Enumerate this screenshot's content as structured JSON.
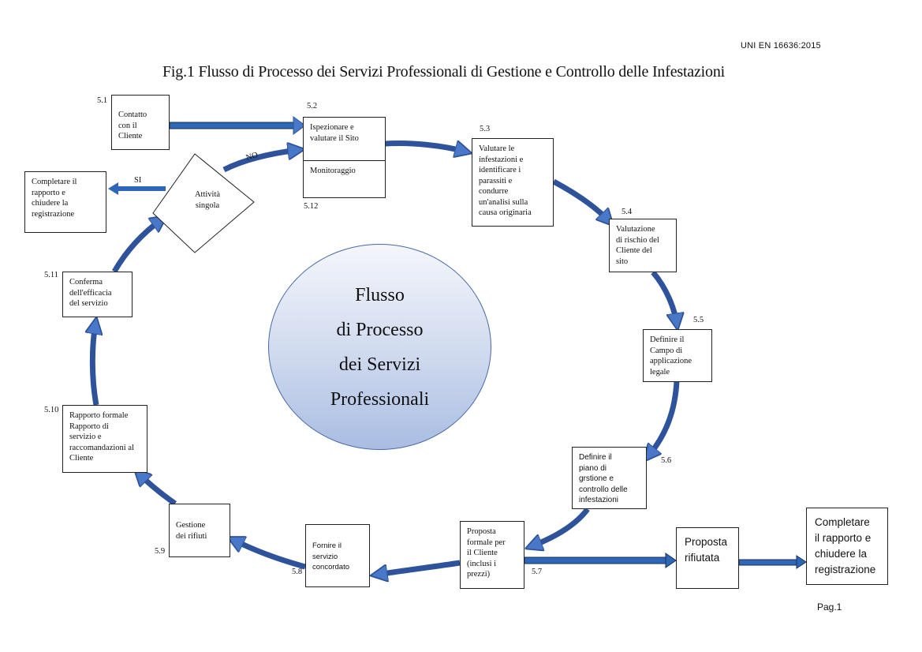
{
  "header": {
    "standard": "UNI EN 16636:2015",
    "title": "Fig.1 Flusso di Processo dei Servizi Professionali di Gestione e Controllo delle Infestazioni",
    "page": "Pag.1"
  },
  "center": {
    "lines": [
      "Flusso",
      "di Processo",
      "dei Servizi",
      "Professionali"
    ]
  },
  "colors": {
    "arrow": "#2f539b",
    "arrow_head": "#4a78c8",
    "circle_border": "#4a6aa8"
  },
  "steps": [
    {
      "id": "5.1",
      "number": "5.1",
      "text": "Contatto\ncon il\nCliente"
    },
    {
      "id": "5.2",
      "number": "5.2",
      "text": "Ispezionare e\nvalutare il Sito"
    },
    {
      "id": "5.12",
      "number": "5.12",
      "text": "Monitoraggio"
    },
    {
      "id": "5.3",
      "number": "5.3",
      "text": "Valutare le\ninfestazioni e\nidentificare i\nparassiti e\ncondurre\nun'analisi sulla\ncausa originaria"
    },
    {
      "id": "5.4",
      "number": "5.4",
      "text": "Valutazione\ndi rischio del\nCliente del\nsito"
    },
    {
      "id": "5.5",
      "number": "5.5",
      "text": "Definire il\nCampo di\napplicazione\nlegale"
    },
    {
      "id": "5.6",
      "number": "5.6",
      "text": "Definire il\npiano di\ngrstione e\ncontrollo delle\ninfestazioni"
    },
    {
      "id": "5.7",
      "number": "5.7",
      "text": "Proposta\nformale per\nil Cliente\n(inclusi i\nprezzi)"
    },
    {
      "id": "5.8",
      "number": "5.8",
      "text": "Fornire il\nservizio\nconcordato"
    },
    {
      "id": "5.9",
      "number": "5.9",
      "text": "Gestione\ndei rifiuti"
    },
    {
      "id": "5.10",
      "number": "5.10",
      "text": "Rapporto formale\nRapporto di\nservizio e\nraccomandazioni al\nCliente"
    },
    {
      "id": "5.11",
      "number": "5.11",
      "text": "Conferma\ndell'efficacia\ndel servizio"
    }
  ],
  "decision": {
    "text": "Attività\nsingola",
    "yes_label": "SI",
    "no_label": "NO"
  },
  "complete_left": {
    "text": "Completare il\nrapporto e\nchiudere la\nregistrazione"
  },
  "rejected": {
    "text": "Proposta\nrifiutata"
  },
  "complete_right": {
    "text": "Completare\nil rapporto e\nchiudere la\nregistrazione"
  }
}
